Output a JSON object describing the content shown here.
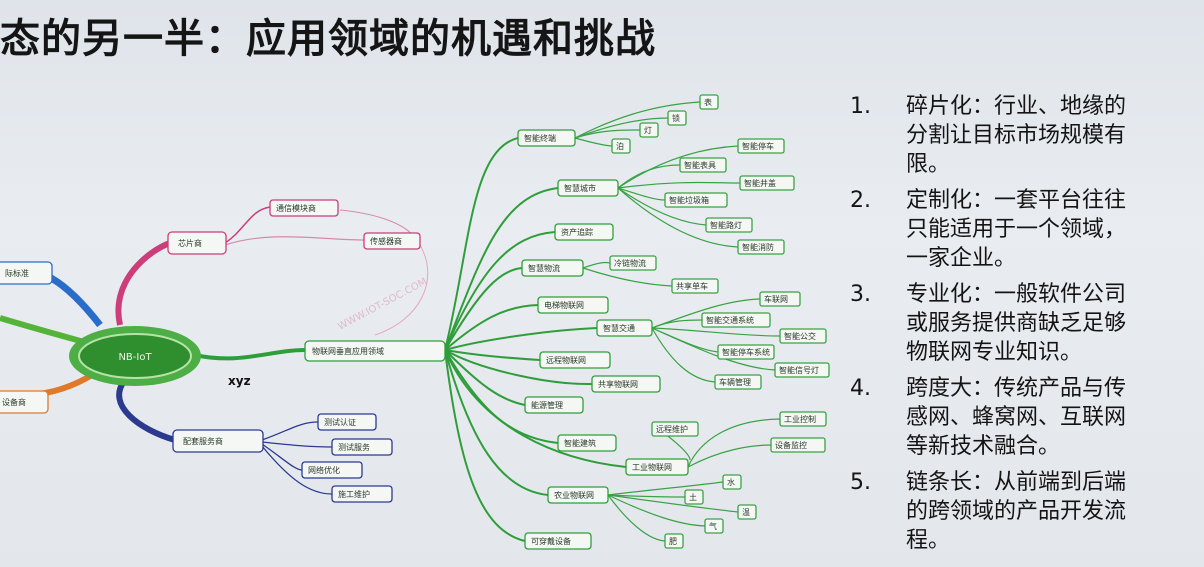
{
  "slide": {
    "title": "态的另一半：应用领域的机遇和挑战"
  },
  "mindmap": {
    "center": "NB-IoT",
    "center_tag": "xyz",
    "left_stubs": [
      "际标准",
      "设备商"
    ],
    "branch_chip": "芯片商",
    "branch_chip_children": [
      "通信模块商",
      "传感器商"
    ],
    "branch_service": "配套服务商",
    "branch_service_children": [
      "测试认证",
      "测试服务",
      "网络优化",
      "施工维护"
    ],
    "branch_vertical": "物联网垂直应用领域",
    "vertical_children": [
      "智能终端",
      "智慧城市",
      "资产追踪",
      "智慧物流",
      "电梯物联网",
      "智慧交通",
      "远程物联网",
      "共享物联网",
      "能源管理",
      "智能建筑",
      "工业物联网",
      "农业物联网",
      "可穿戴设备"
    ],
    "leaves_terminal": [
      "表",
      "锁",
      "灯",
      "泊"
    ],
    "leaves_city": [
      "智能停车",
      "智能表具",
      "智能井盖",
      "智能垃圾箱",
      "智能路灯",
      "智能消防"
    ],
    "leaves_logistics": [
      "冷链物流",
      "共享单车"
    ],
    "leaves_traffic": [
      "车联网",
      "智能交通系统",
      "智能公交",
      "智能停车系统",
      "智能信号灯",
      "车辆管理"
    ],
    "leaves_industry": [
      "工业控制",
      "设备监控",
      "远程维护"
    ],
    "leaves_agri": [
      "水",
      "土",
      "温",
      "气",
      "肥"
    ],
    "watermark": "WWW.IOT-SOC.COM"
  },
  "list": {
    "items": [
      {
        "num": "1.",
        "lines": [
          "碎片化：行业、地缘的",
          "分割让目标市场规模有",
          "限。"
        ]
      },
      {
        "num": "2.",
        "lines": [
          "定制化：一套平台往往",
          "只能适用于一个领域，",
          "一家企业。"
        ]
      },
      {
        "num": "3.",
        "lines": [
          "专业化：一般软件公司",
          "或服务提供商缺乏足够",
          "物联网专业知识。"
        ]
      },
      {
        "num": "4.",
        "lines": [
          "跨度大：传统产品与传",
          "感网、蜂窝网、互联网",
          "等新技术融合。"
        ]
      },
      {
        "num": "5.",
        "lines": [
          "链条长：从前端到后端",
          "的跨领域的产品开发流",
          "程。"
        ]
      }
    ]
  },
  "colors": {
    "green": "#2f9e3a",
    "light_green": "#7ec883",
    "magenta": "#cc3d7a",
    "blue": "#2a6cc9",
    "navy": "#2b3a8f",
    "orange": "#e07a2a"
  }
}
